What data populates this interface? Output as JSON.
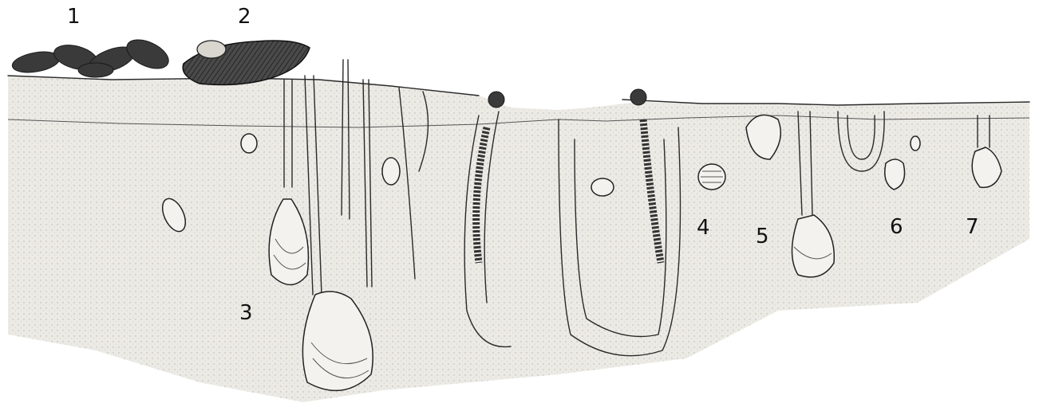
{
  "labels": {
    "l1": "1",
    "l2": "2",
    "l3": "3",
    "l4": "4",
    "l5": "5",
    "l6": "6",
    "l7": "7"
  },
  "colors": {
    "ink": "#222222",
    "sediment": "#e6e4df",
    "background": "#ffffff"
  }
}
